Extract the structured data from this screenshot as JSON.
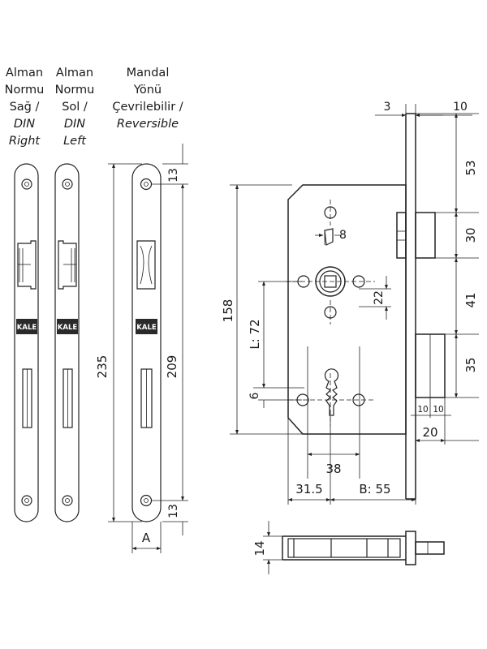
{
  "captions": {
    "right": [
      "Alman",
      "Normu",
      "Sağ /",
      "DIN",
      "Right"
    ],
    "left": [
      "Alman",
      "Normu",
      "Sol /",
      "DIN",
      "Left"
    ],
    "reversible": [
      "Mandal",
      "Yönü",
      "Çevrilebilir /",
      "Reversible"
    ]
  },
  "brand": "KALE",
  "dimensions": {
    "faceplate_end_top": "13",
    "faceplate_end_bottom": "13",
    "faceplate_length": "235",
    "faceplate_hole_spacing": "209",
    "faceplate_width": "A",
    "plate_thickness": "3",
    "faceplate_offset": "10",
    "top_to_latch": "53",
    "latch_height": "30",
    "latch_to_bolt": "41",
    "bolt_height": "35",
    "case_height": "158",
    "follower_square": "8",
    "follower_spacing": "22",
    "distance_L": "L: 72",
    "key_hole_offset": "6",
    "key_spacing": "38",
    "bolt_half_a": "10",
    "bolt_half_b": "10",
    "bolt_throw": "20",
    "case_back": "31.5",
    "backset_B": "B: 55",
    "case_depth": "14"
  }
}
